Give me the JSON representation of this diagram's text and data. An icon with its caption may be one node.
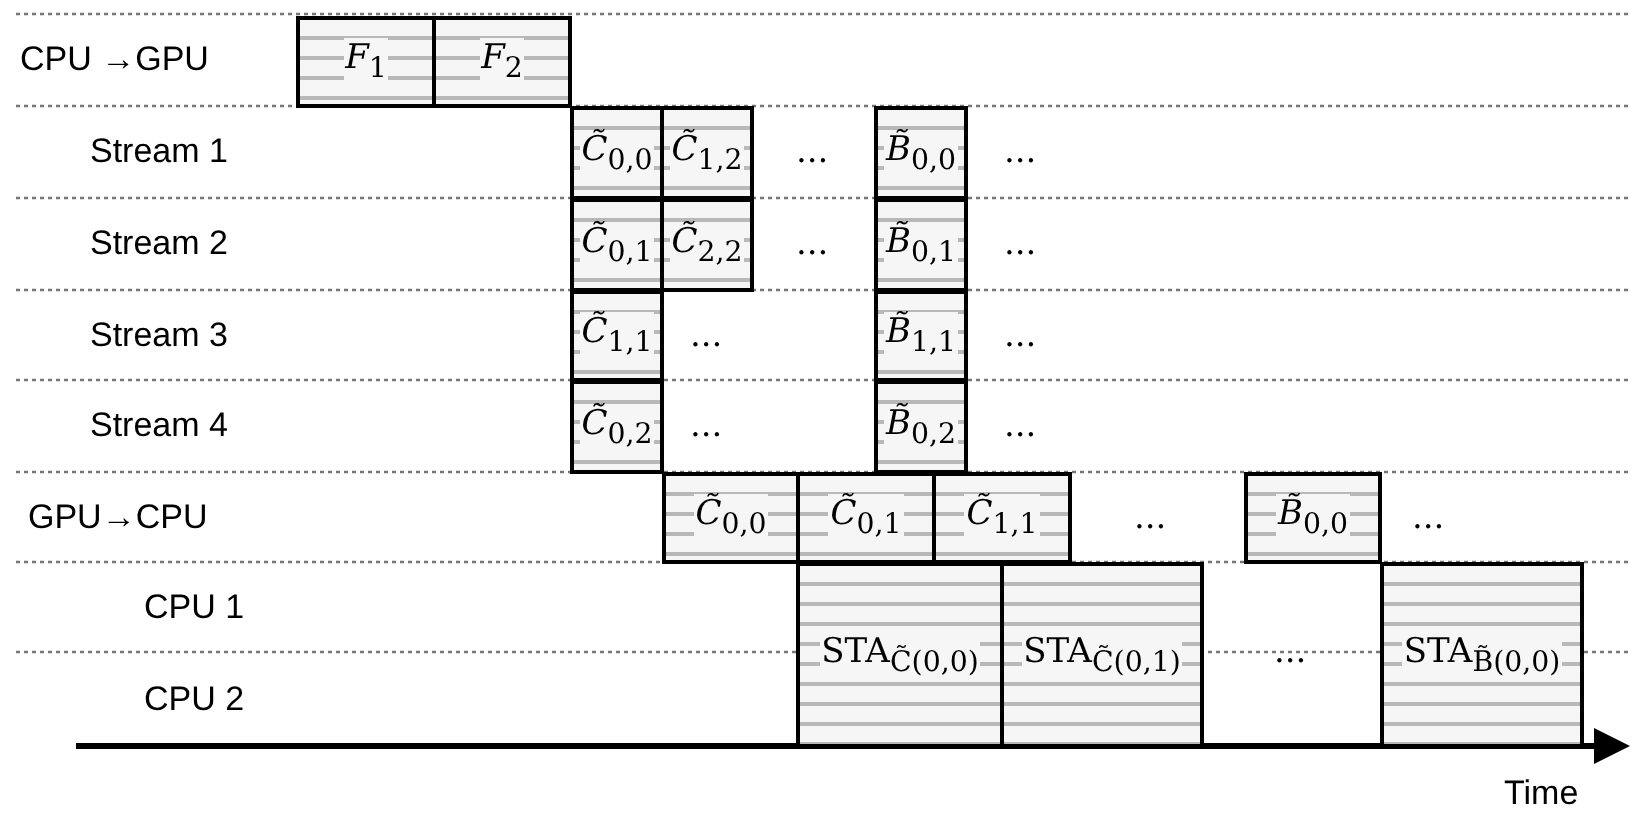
{
  "diagram": {
    "nodes": [
      {
        "text": [
          "*F*$_{1}$"
        ]
      },
      {
        "text": [
          "*F*$_{2}$"
        ]
      },
      {
        "text": [
          "*C̃*$_{0,0}$"
        ]
      },
      {
        "text": [
          "*C̃*$_{1,2}$"
        ]
      },
      {
        "text": [
          "*B̃*$_{0,0}$"
        ]
      },
      {
        "text": [
          "*C̃*$_{0,1}$"
        ]
      },
      {
        "text": [
          "*C̃*$_{2,2}$"
        ]
      },
      {
        "text": [
          "*B̃*$_{0,1}$"
        ]
      },
      {
        "text": [
          "*C̃*$_{1,1}$"
        ]
      },
      {
        "text": [
          "*B̃*$_{1,1}$"
        ]
      },
      {
        "text": [
          "*C̃*$_{0,2}$"
        ]
      },
      {
        "text": [
          "*B̃*$_{0,2}$"
        ]
      },
      {
        "text": [
          "*C̃*$_{0,0}$"
        ]
      },
      {
        "text": [
          "*C̃*$_{0,1}$"
        ]
      },
      {
        "text": [
          "*C̃*$_{1,1}$"
        ]
      },
      {
        "text": [
          "*B̃*$_{0,0}$"
        ]
      },
      {
        "text": [
          "STA$_{C̃(0,0)}$"
        ]
      },
      {
        "text": [
          "STA$_{C̃(0,1)}$"
        ]
      },
      {
        "text": [
          "STA$_{B̃(0,0)}$"
        ]
      }
    ],
    "labels": [
      "CPU →GPU",
      "Stream 1",
      "...",
      "...",
      "Stream 2",
      "...",
      "...",
      "Stream 3",
      "...",
      "...",
      "Stream 4",
      "...",
      "...",
      "GPU→CPU",
      "...",
      "...",
      "CPU 1",
      "...",
      "CPU 2",
      "Time"
    ]
  }
}
